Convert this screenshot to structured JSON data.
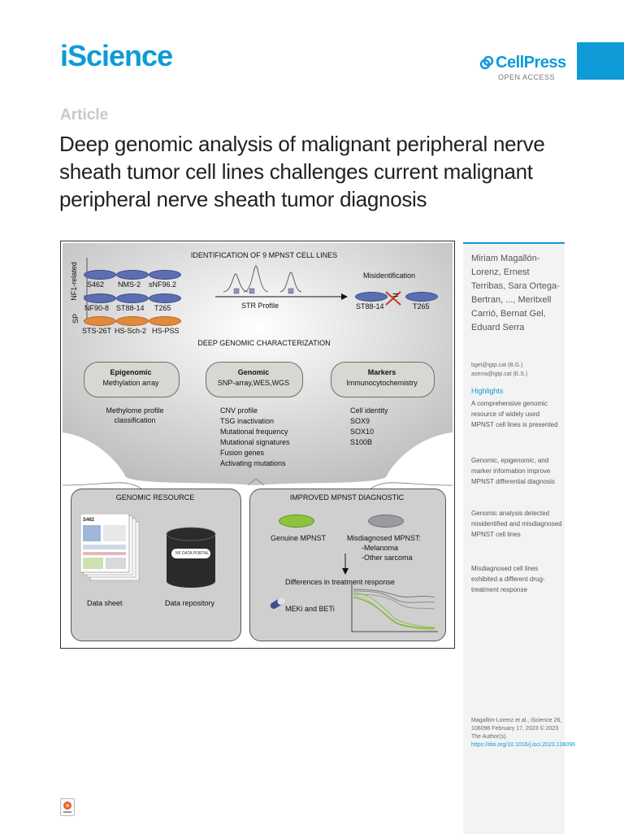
{
  "journal": "iScience",
  "publisher": {
    "name": "CellPress",
    "access": "OPEN ACCESS"
  },
  "article_type": "Article",
  "title": "Deep genomic analysis of malignant peripheral nerve sheath tumor cell lines challenges current malignant peripheral nerve sheath tumor diagnosis",
  "figure": {
    "header": "IDENTIFICATION OF 9 MPNST CELL LINES",
    "side_label_nf1": "NF1-related",
    "side_label_sp": "SP",
    "cell_lines": [
      "S462",
      "NMS-2",
      "sNF96.2",
      "NF90-8",
      "ST88-14",
      "T265",
      "STS-26T",
      "HS-Sch-2",
      "HS-PSS"
    ],
    "str_profile": "STR Profile",
    "misidentification": "Misidentification",
    "mis_a": "ST88-14",
    "mis_equals": "=",
    "mis_b": "T265",
    "characterization": "DEEP GENOMIC CHARACTERIZATION",
    "epigenomic": {
      "title": "Epigenomic",
      "sub": "Methylation array",
      "items": [
        "Methylome profile",
        "classification"
      ]
    },
    "genomic": {
      "title": "Genomic",
      "sub": "SNP-array,WES,WGS",
      "items": [
        "CNV profile",
        "TSG inactivation",
        "Mutational frequency",
        "Mutational signatures",
        "Fusion genes",
        "Activating mutations"
      ]
    },
    "markers": {
      "title": "Markers",
      "sub": "Immunocytochemistry",
      "items": [
        "Cell identity",
        "SOX9",
        "SOX10",
        "S100B"
      ]
    },
    "resource": {
      "title": "GENOMIC RESOURCE",
      "sheet": "Data sheet",
      "repo": "Data repository",
      "sheet_tag": "S462",
      "portal": "NF DATA PORTAL"
    },
    "diagnostic": {
      "title": "IMPROVED MPNST DIAGNOSTIC",
      "genuine": "Genuine MPNST",
      "misdiag": "Misdiagnosed MPNST:",
      "misdiag_a": "-Melanoma",
      "misdiag_b": "-Other sarcoma",
      "treatment": "Differences in treatment response",
      "drugs": "MEKi and BETi"
    },
    "colors": {
      "nf1_disc": "#5b6fb0",
      "sp_disc": "#e08a3c",
      "genuine": "#8cc43f",
      "misdiag": "#9a9aa0"
    }
  },
  "sidebar": {
    "authors": "Miriam Magallón-Lorenz, Ernest Terribas, Sara Ortega-Bertran, ..., Meritxell Carrió, Bernat Gel, Eduard Serra",
    "emails": [
      "bgel@igtp.cat (B.G.)",
      "aserra@igtp.cat (E.S.)"
    ],
    "highlights_title": "Highlights",
    "highlights": [
      "A comprehensive genomic resource of widely used MPNST cell lines is presented",
      "Genomic, epigenomic, and marker information improve MPNST differential diagnosis",
      "Genomic analysis detected misidentified and misdiagnosed MPNST cell lines",
      "Misdiagnosed cell lines exhibited a different drug-treatment response"
    ],
    "citation": "Magallón-Lorenz et al., iScience 26, 106096 February 17, 2023 © 2023 The Author(s).",
    "doi": "https://doi.org/10.1016/j.isci.2023.106096"
  }
}
